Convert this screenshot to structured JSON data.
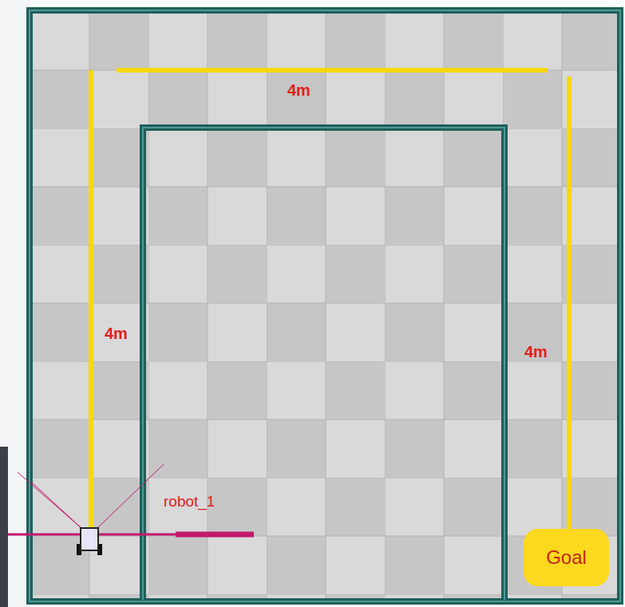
{
  "diagram": {
    "nodes": [
      {
        "text": [
          "Goal"
        ]
      }
    ],
    "labels": [
      "4m",
      "4m",
      "4m",
      "robot_1"
    ]
  }
}
